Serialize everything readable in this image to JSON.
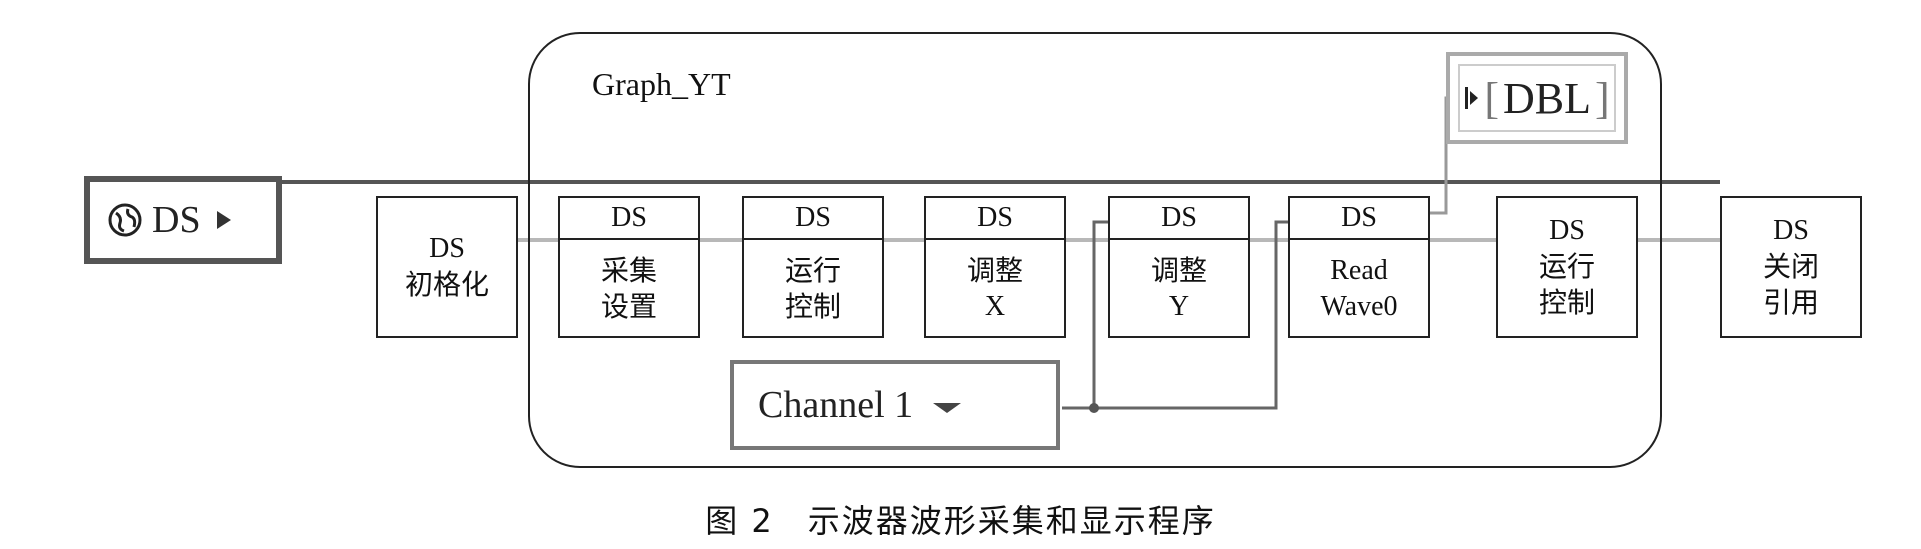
{
  "terminal": {
    "label": "DS",
    "icon": "globe-icon"
  },
  "frame": {
    "title": "Graph_YT"
  },
  "indicator": {
    "label": "DBL",
    "icon": "indicator-icon"
  },
  "channel_control": {
    "value": "Channel 1",
    "icon": "dropdown-arrow-icon"
  },
  "nodes": {
    "init": {
      "line1": "DS",
      "line2": "初格化"
    },
    "acq": {
      "head": "DS",
      "line1": "采集",
      "line2": "设置"
    },
    "run1": {
      "head": "DS",
      "line1": "运行",
      "line2": "控制"
    },
    "adjx": {
      "head": "DS",
      "line1": "调整",
      "line2": "X"
    },
    "adjy": {
      "head": "DS",
      "line1": "调整",
      "line2": "Y"
    },
    "read": {
      "head": "DS",
      "line1": "Read",
      "line2": "Wave0"
    },
    "run2": {
      "line1": "DS",
      "line2": "运行",
      "line3": "控制"
    },
    "close": {
      "line1": "DS",
      "line2": "关闭",
      "line3": "引用"
    }
  },
  "caption": "图 2　示波器波形采集和显示程序",
  "colors": {
    "wire_dark": "#555555",
    "wire_light": "#b5b5b5",
    "border": "#222222"
  }
}
